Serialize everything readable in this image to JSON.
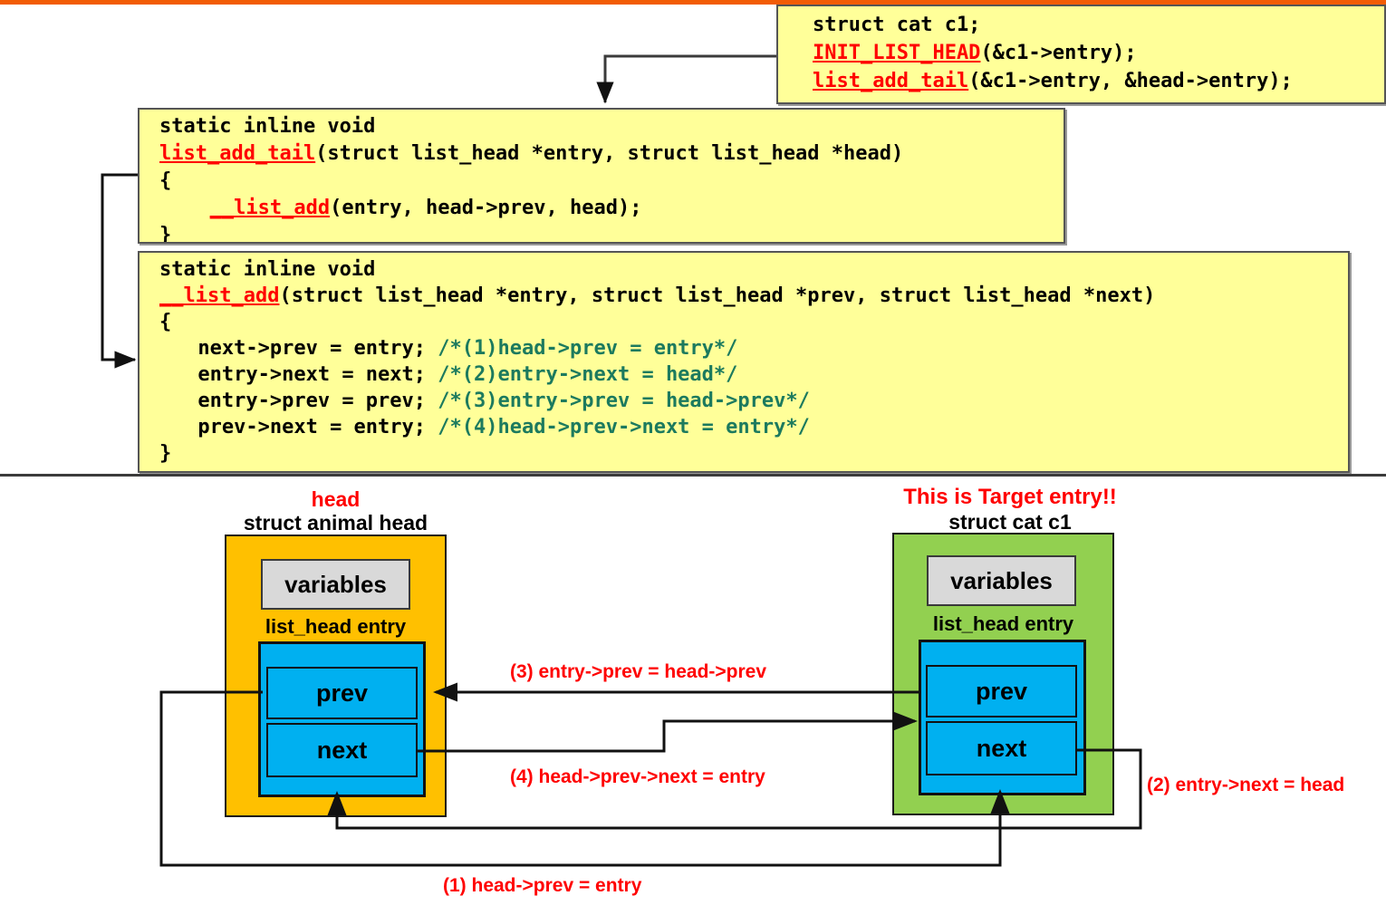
{
  "theme": {
    "accent_orange_rule": "#F25C05",
    "code_bg": "#FFFF99",
    "code_keyword_red": "#FF0000",
    "code_comment_green": "#1C7A5E",
    "head_struct_fill": "#FFC000",
    "cat_struct_fill": "#92D050",
    "list_head_fill": "#00B0F0",
    "variables_fill": "#D9D9D9",
    "annotation_red": "#FF0000"
  },
  "code_blocks": {
    "caller": {
      "name": "caller-snippet",
      "lines": [
        {
          "pre": "struct cat c1;",
          "kw": "",
          "post": ""
        },
        {
          "pre": "",
          "kw": "INIT_LIST_HEAD",
          "post": "(&c1->entry);"
        },
        {
          "pre": "",
          "kw": "list_add_tail",
          "post": "(&c1->entry, &head->entry);"
        }
      ]
    },
    "list_add_tail": {
      "name": "list-add-tail-function",
      "line1": "static inline void",
      "sig_kw": "list_add_tail",
      "sig_rest": "(struct list_head *entry, struct list_head *head)",
      "open_brace": "{",
      "body_kw": "__list_add",
      "body_rest": "(entry, head->prev, head);",
      "close_brace": "}"
    },
    "__list_add": {
      "name": "dunder-list-add-function",
      "line1": "static inline void",
      "sig_kw": "__list_add",
      "sig_rest": "(struct list_head *entry, struct list_head *prev, struct list_head *next)",
      "open_brace": "{",
      "statements": [
        {
          "code": "next->prev = entry; ",
          "comment": "/*(1)head->prev = entry*/"
        },
        {
          "code": "entry->next = next; ",
          "comment": "/*(2)entry->next = head*/"
        },
        {
          "code": "entry->prev = prev; ",
          "comment": "/*(3)entry->prev = head->prev*/"
        },
        {
          "code": "prev->next = entry; ",
          "comment": "/*(4)head->prev->next = entry*/"
        }
      ],
      "close_brace": "}"
    }
  },
  "diagram": {
    "head_node": {
      "red_label": "head",
      "title": "struct animal head",
      "variables_label": "variables",
      "entry_label": "list_head entry",
      "prev_label": "prev",
      "next_label": "next"
    },
    "cat_node": {
      "red_label": "This is Target entry!!",
      "title": "struct cat c1",
      "variables_label": "variables",
      "entry_label": "list_head entry",
      "prev_label": "prev",
      "next_label": "next"
    },
    "annotations": [
      {
        "id": "step-3",
        "text": "(3) entry->prev = head->prev"
      },
      {
        "id": "step-4",
        "text": "(4) head->prev->next = entry"
      },
      {
        "id": "step-2",
        "text": "(2) entry->next = head"
      },
      {
        "id": "step-1",
        "text": "(1) head->prev = entry"
      }
    ]
  }
}
